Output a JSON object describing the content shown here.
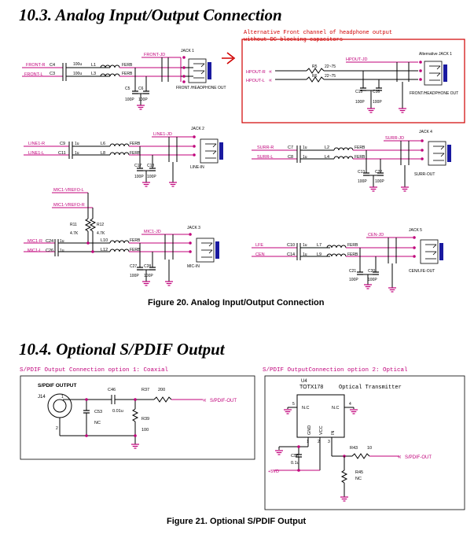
{
  "sections": {
    "s1": {
      "title": "10.3.  Analog Input/Output Connection",
      "caption": "Figure 20.   Analog Input/Output Connection"
    },
    "s2": {
      "title": "10.4.  Optional S/PDIF Output",
      "caption": "Figure 21.   Optional S/PDIF Output"
    }
  },
  "fig20": {
    "note": [
      "Alternative Front channel of headphone output",
      "without DC blocking capacitors"
    ],
    "jack1": {
      "name": "JACK 1",
      "out": "FRONT /HEADPHONE OUT",
      "jd": "FRONT-JD",
      "r": "FRONT-R",
      "l": "FRONT-L",
      "c4": "C4",
      "c3": "C3",
      "cv": "100u",
      "l1": "L1",
      "l3": "L3",
      "ferb": "FERB",
      "c5": "C5",
      "c6": "C6",
      "cap": "100P"
    },
    "altjack": {
      "name": "Alternative JACK 1",
      "out": "FRONT/HEADPHONE OUT",
      "jd": "HPOUT-JD",
      "r": "HPOUT-R",
      "l": "HPOUT-L",
      "r5": "R5",
      "r6": "R6",
      "rv": "22~75",
      "c15": "C15",
      "c16": "C16",
      "cap": "100P"
    },
    "jack2": {
      "name": "JACK 2",
      "out": "LINE-IN",
      "jd": "LINE1-JD",
      "r": "LINE1-R",
      "l": "LINE1-L",
      "c9": "C9",
      "c11": "C11",
      "cv": "1u",
      "l6": "L6",
      "l8": "L8",
      "ferb": "FERB",
      "c17": "C17",
      "c18": "C18",
      "cap": "100P"
    },
    "jack4": {
      "name": "JACK 4",
      "out": "SURR-OUT",
      "jd": "SURR-JD",
      "r": "SURR-R",
      "l": "SURR-L",
      "c7": "C7",
      "c8": "C8",
      "cv": "1u",
      "l2": "L2",
      "l4": "L4",
      "ferb": "FERB",
      "c13": "C13",
      "c22": "C22",
      "cap": "100P"
    },
    "jack3": {
      "name": "JACK 3",
      "out": "MIC-IN",
      "jd": "MIC1-JD",
      "r": "MIC1-R",
      "l": "MIC1-L",
      "vrefl": "MIC1-VREFO-L",
      "vrefr": "MIC1-VREFO-R",
      "r11": "R11",
      "r12": "R12",
      "rv": "4.7K",
      "c24": "C24",
      "c26": "C26",
      "cv": "1u",
      "l10": "L10",
      "l12": "L12",
      "ferb": "FERB",
      "c27": "C27",
      "c28": "C28",
      "cap": "100P"
    },
    "jack5": {
      "name": "JACK 5",
      "out": "CEN/LFE-OUT",
      "jd": "CEN-JD",
      "r": "LFE",
      "l": "CEN",
      "c10": "C10",
      "c14": "C14",
      "cv": "1u",
      "l7": "L7",
      "l9": "L9",
      "ferb": "FERB",
      "c21": "C21",
      "c20": "C20",
      "cap": "100P"
    }
  },
  "fig21": {
    "opt1": {
      "label": "S/PDIF Output Connection option 1: Coaxial",
      "title": "S/PDIF OUTPUT",
      "j": "J14",
      "p1": "1",
      "p2": "2",
      "c46": "C46",
      "c46v": "0.01u",
      "c53": "C53",
      "c53v": "NC",
      "r37": "R37",
      "r37v": "200",
      "r39": "R39",
      "r39v": "100",
      "net": "S/PDIF-OUT"
    },
    "opt2": {
      "label": "S/PDIF OutputConnection option 2: Optical",
      "u": "U4",
      "part": "TOTX178",
      "desc": "Optical Transmitter",
      "p5": "5",
      "p4": "4",
      "nc": "N.C",
      "gnd": "GND",
      "vcc": "VCC",
      "in": "IN",
      "p1": "1",
      "p2": "2",
      "p3": "3",
      "c56": "C56",
      "c56v": "0.1u",
      "pwr": "+5VD",
      "r43": "R43",
      "r43v": "10",
      "r45": "R45",
      "r45v": "NC",
      "net": "S/PDIF-OUT"
    }
  }
}
